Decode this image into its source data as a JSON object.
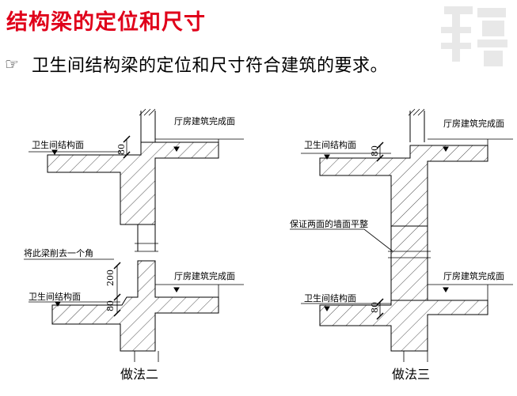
{
  "title": "结构梁的定位和尺寸",
  "bullet": {
    "icon": "pointing-hand-icon",
    "text": "卫生间结构梁的定位和尺寸符合建筑的要求。"
  },
  "left_diagram": {
    "caption": "做法二",
    "label_floor_top": "厅房建筑完成面",
    "label_struct_top": "卫生间结构面",
    "dim_top": "80",
    "label_cut": "将此梁削去一个角",
    "dim_mid": "200",
    "label_floor_bottom": "厅房建筑完成面",
    "label_struct_bottom": "卫生间结构面",
    "dim_bottom": "80"
  },
  "right_diagram": {
    "caption": "做法三",
    "label_floor_top": "厅房建筑完成面",
    "label_struct_top": "卫生间结构面",
    "dim_top": "80",
    "label_wall": "保证两面的墙面平整",
    "label_floor_bottom": "厅房建筑完成面",
    "label_struct_bottom": "卫生间结构面",
    "dim_bottom": "80"
  },
  "colors": {
    "title": "#e0001a",
    "line": "#000000"
  }
}
